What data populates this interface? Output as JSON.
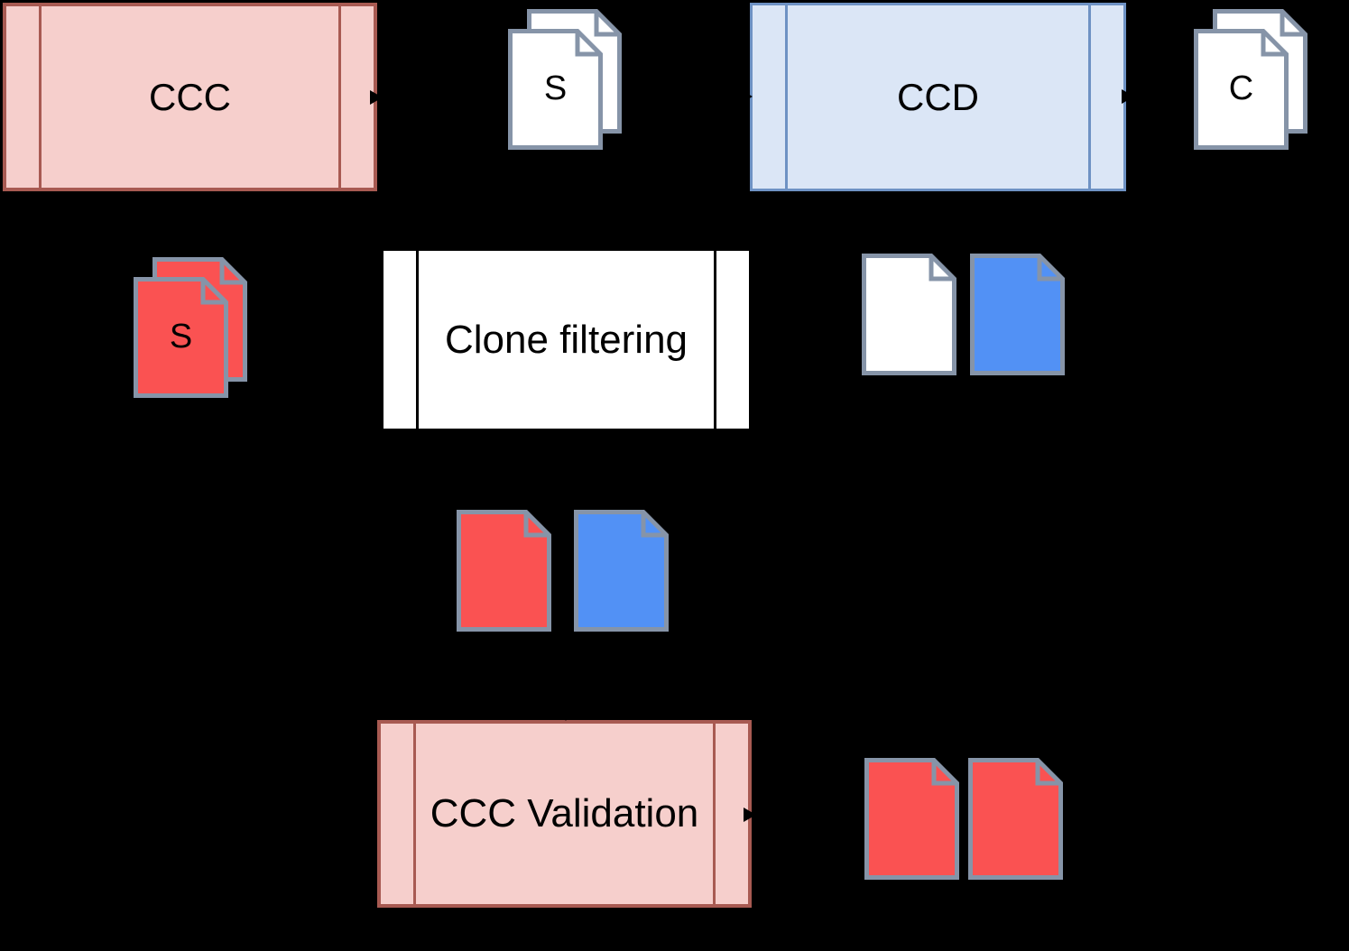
{
  "colors": {
    "background": "#000000",
    "black": "#000000",
    "pink_fill": "#f6cfcc",
    "pink_stroke": "#a85a52",
    "lightblue_fill": "#dbe6f6",
    "lightblue_stroke": "#6e92c4",
    "white": "#ffffff",
    "doc_stroke": "#8694a8",
    "red": "#fa5252",
    "blue": "#5291f5"
  },
  "nodes": {
    "ccc": {
      "label": "CCC"
    },
    "ccd": {
      "label": "CCD"
    },
    "clone_filtering": {
      "label": "Clone filtering"
    },
    "ccc_validation": {
      "label": "CCC Validation"
    }
  },
  "documents": {
    "s_top": {
      "label": "S"
    },
    "c_top": {
      "label": "C"
    },
    "s_red": {
      "label": "S"
    }
  }
}
